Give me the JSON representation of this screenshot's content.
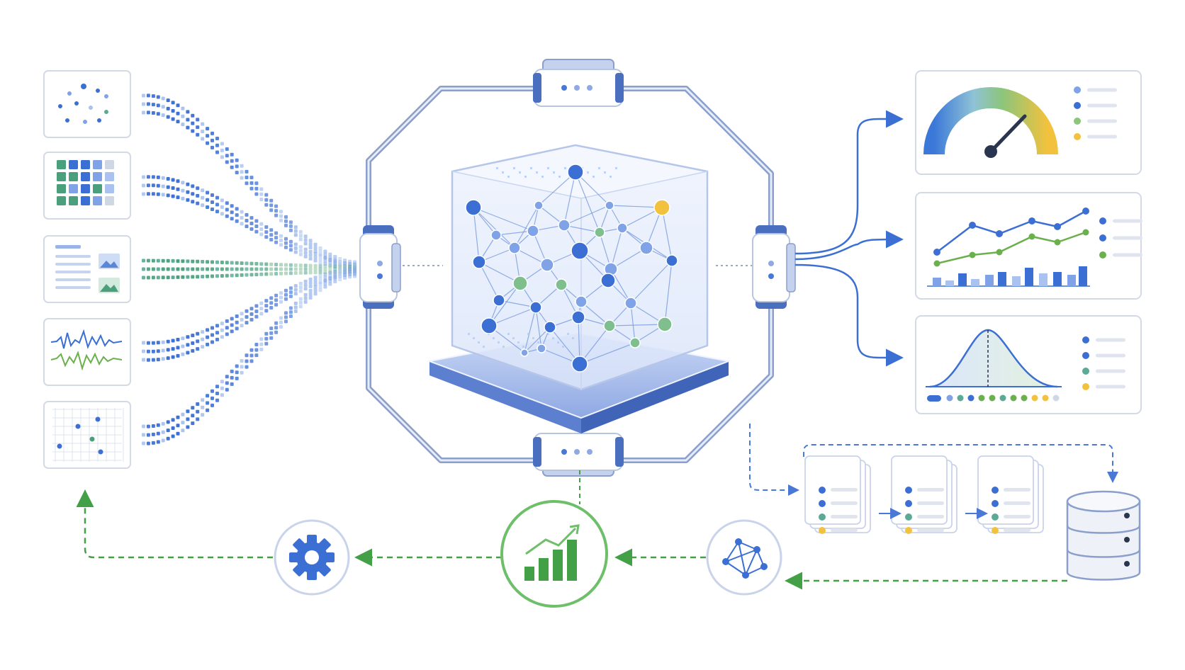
{
  "diagram": {
    "text_labels": [],
    "input_cards": [
      {
        "kind": "scatter-points"
      },
      {
        "kind": "table-grid"
      },
      {
        "kind": "document-with-images"
      },
      {
        "kind": "signal-waveforms"
      },
      {
        "kind": "plotted-grid"
      }
    ],
    "output_cards": [
      {
        "kind": "gauge",
        "legend_dots": 4
      },
      {
        "kind": "line-and-bar-chart",
        "legend_dots": 3
      },
      {
        "kind": "distribution-curve",
        "legend_dots": 4
      }
    ],
    "feedback_icons": [
      "network-graph-icon",
      "growth-chart-icon",
      "gear-icon"
    ],
    "storage_icon": "database-icon",
    "colors": {
      "primary_blue": "#3b6fd4",
      "light_blue": "#a9c2ef",
      "green": "#4caf50",
      "teal": "#5aaa96",
      "yellow": "#f2c23e",
      "card_border": "#d3dae6",
      "frame": "#7f95c4"
    }
  }
}
